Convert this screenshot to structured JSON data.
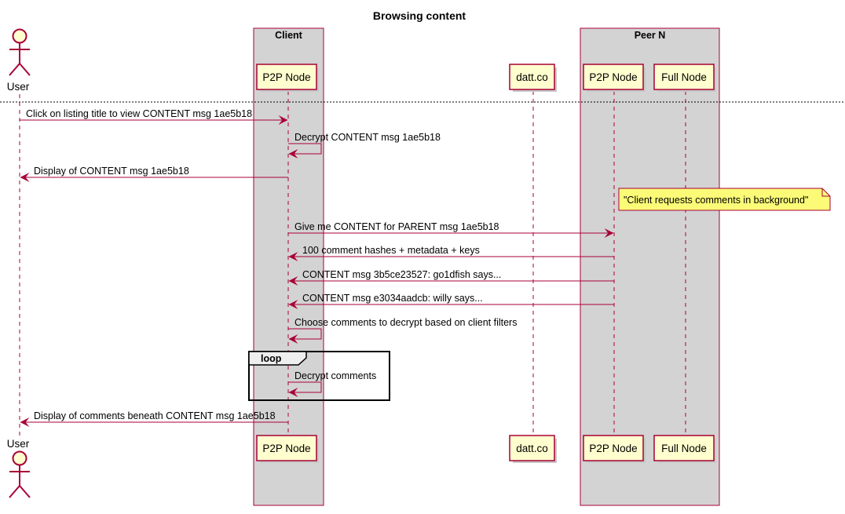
{
  "diagram": {
    "title": "Browsing content",
    "boxes": {
      "client": "Client",
      "peer": "Peer N"
    },
    "participants": {
      "user": "User",
      "p2p_client": "P2P Node",
      "dattco": "datt.co",
      "p2p_peer": "P2P Node",
      "full_node": "Full Node"
    },
    "messages": [
      "Click on listing title to view CONTENT msg 1ae5b18",
      "Decrypt CONTENT msg 1ae5b18",
      "Display of CONTENT msg 1ae5b18",
      "Give me CONTENT for PARENT msg 1ae5b18",
      "100 comment hashes + metadata + keys",
      "CONTENT msg 3b5ce23527: go1dfish says...",
      "CONTENT msg e3034aadcb: willy says...",
      "Choose comments to decrypt based on client filters",
      "Decrypt comments",
      "Display of comments beneath CONTENT msg 1ae5b18"
    ],
    "note": "\"Client requests comments in background\"",
    "loop_label": "loop",
    "colors": {
      "line": "#A80036",
      "participant_fill": "#FEFECE",
      "box_fill": "#D3D3D3",
      "note_fill": "#FBFB77"
    }
  }
}
